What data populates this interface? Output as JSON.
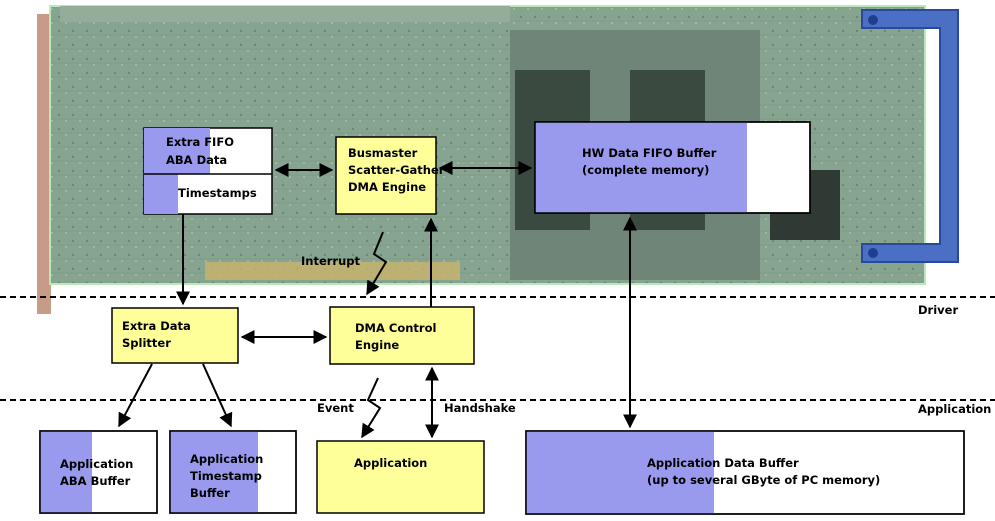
{
  "boxes": {
    "extra_fifo": {
      "line1": "Extra FIFO",
      "line2": "ABA Data"
    },
    "timestamps": "Timestamps",
    "busmaster": {
      "line1": "Busmaster",
      "line2": "Scatter-Gather",
      "line3": "DMA Engine"
    },
    "hw_fifo": {
      "line1": "HW Data FIFO Buffer",
      "line2": "(complete memory)"
    },
    "extra_splitter": {
      "line1": "Extra Data",
      "line2": "Splitter"
    },
    "dma_control": {
      "line1": "DMA Control",
      "line2": "Engine"
    },
    "app_aba": {
      "line1": "Application",
      "line2": "ABA Buffer"
    },
    "app_timestamp": {
      "line1": "Application",
      "line2": "Timestamp",
      "line3": "Buffer"
    },
    "application": "Application",
    "app_data": {
      "line1": "Application Data Buffer",
      "line2": "(up to several GByte of PC memory)"
    }
  },
  "labels": {
    "interrupt": "Interrupt",
    "event": "Event",
    "handshake": "Handshake",
    "driver": "Driver",
    "application_layer": "Application"
  },
  "colors": {
    "yellow_box": "#ffff99",
    "blue_fill": "#9999ee",
    "board_green": "#7d9a86"
  }
}
